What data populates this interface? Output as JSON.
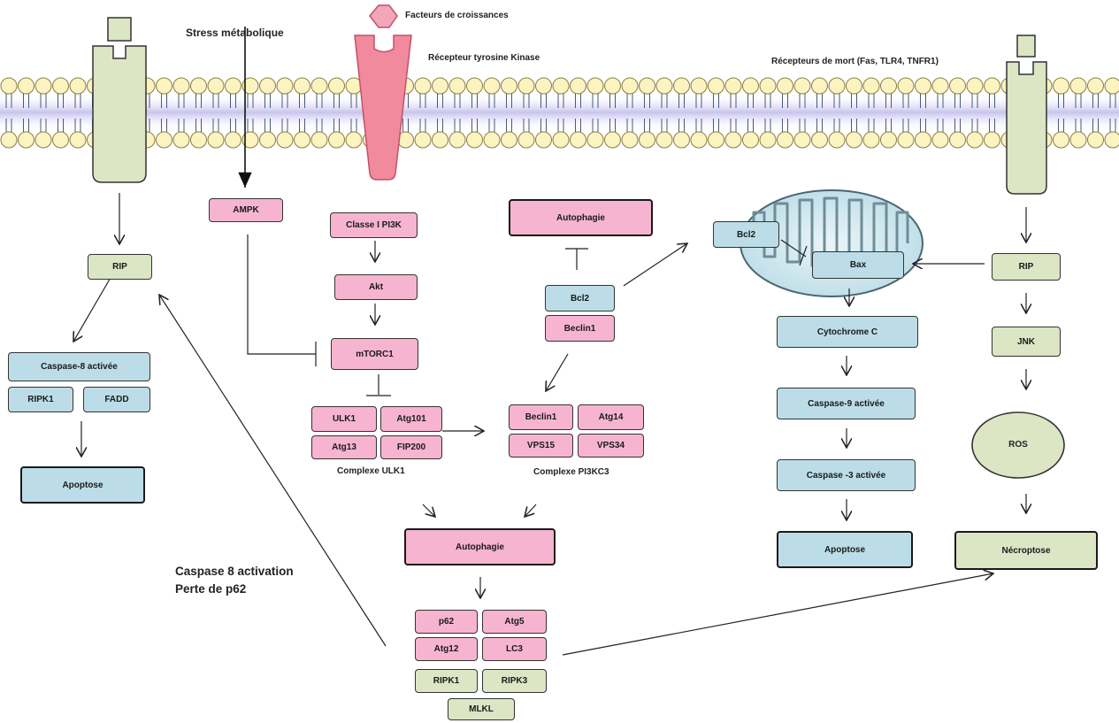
{
  "labels": {
    "stress": "Stress métabolique",
    "growth_factors": "Facteurs de croissances",
    "rtk": "Récepteur tyrosine Kinase",
    "death_receptors": "Récepteurs de mort (Fas, TLR4, TNFR1)",
    "complexe_ulk1": "Complexe ULK1",
    "complexe_pi3kc3": "Complexe PI3KC3",
    "caspase8_activation": "Caspase 8 activation",
    "perte_p62": "Perte de p62"
  },
  "boxes": {
    "ampk": "AMPK",
    "classe_pi3k": "Classe I PI3K",
    "akt": "Akt",
    "mtorc1": "mTORC1",
    "ulk1": "ULK1",
    "atg101": "Atg101",
    "atg13": "Atg13",
    "fip200": "FIP200",
    "autophagie_top": "Autophagie",
    "bcl2_mid": "Bcl2",
    "beclin1_mid": "Beclin1",
    "beclin1": "Beclin1",
    "atg14": "Atg14",
    "vps15": "VPS15",
    "vps34": "VPS34",
    "autophagie_main": "Autophagie",
    "p62": "p62",
    "atg5": "Atg5",
    "atg12": "Atg12",
    "lc3": "LC3",
    "ripk1_bottom": "RIPK1",
    "ripk3": "RIPK3",
    "mlkl": "MLKL",
    "rip_left": "RIP",
    "caspase8": "Caspase-8 activée",
    "ripk1_left": "RIPK1",
    "fadd": "FADD",
    "apoptose_left": "Apoptose",
    "bcl2_mito": "Bcl2",
    "bax": "Bax",
    "cytochrome_c": "Cytochrome C",
    "caspase9": "Caspase-9 activée",
    "caspase3": "Caspase -3 activée",
    "apoptose_right": "Apoptose",
    "rip_right": "RIP",
    "jnk": "JNK",
    "ros": "ROS",
    "necroptose": "Nécroptose"
  },
  "colors": {
    "pink": "#f6b4d0",
    "blue": "#bcdde7",
    "green": "#dce5c4",
    "receptor_pink": "#f08a9c",
    "lipid_head": "#fbf3c0",
    "membrane_band": "#c9c4ee"
  }
}
